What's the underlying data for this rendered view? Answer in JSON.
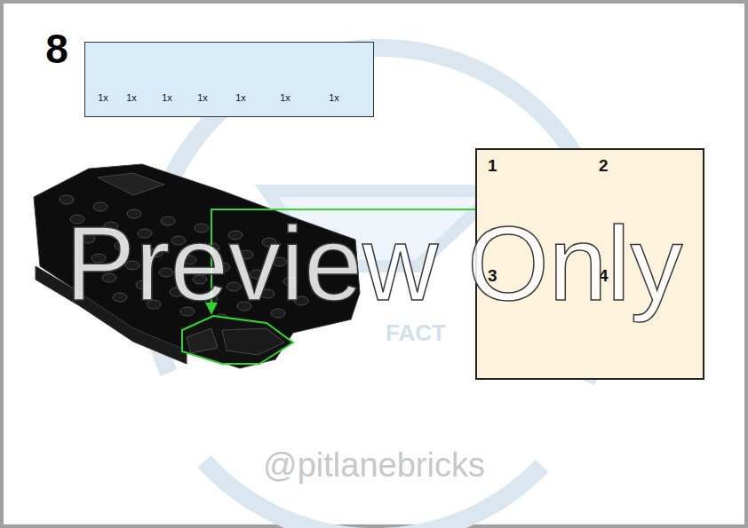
{
  "diagram": {
    "nodes": [
      {
        "text": [
          "1x",
          "1x",
          "1x",
          "1x",
          "1x",
          "1x",
          "1x"
        ]
      },
      {
        "text": [
          "1",
          "2",
          "3",
          "4"
        ]
      }
    ],
    "labels": [
      "8",
      "FACT",
      "@pitlanebricks",
      "Preview Only"
    ]
  }
}
